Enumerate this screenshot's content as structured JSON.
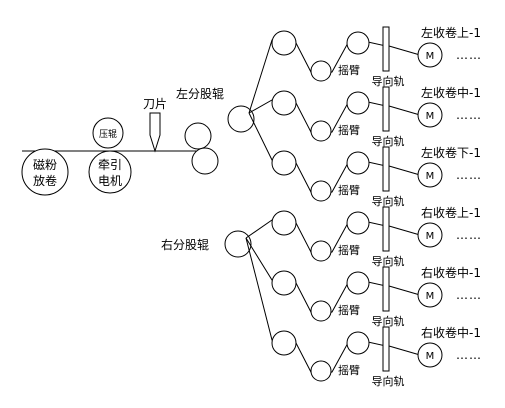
{
  "labels": {
    "magnetic_unwind": [
      "磁粉",
      "放卷"
    ],
    "press_roller": "压辊",
    "traction_motor": [
      "牵引",
      "电机"
    ],
    "knife": "刀片",
    "left_split_roller": "左分股辊",
    "right_split_roller": "右分股辊",
    "swing_arm": "摇臂",
    "guide_rail": "导向轨",
    "motor_symbol": "M",
    "dots": "……"
  },
  "winders": [
    {
      "label": "左收卷上-1"
    },
    {
      "label": "左收卷中-1"
    },
    {
      "label": "左收卷下-1"
    },
    {
      "label": "右收卷上-1"
    },
    {
      "label": "右收卷中-1"
    },
    {
      "label": "右收卷中-1"
    }
  ]
}
